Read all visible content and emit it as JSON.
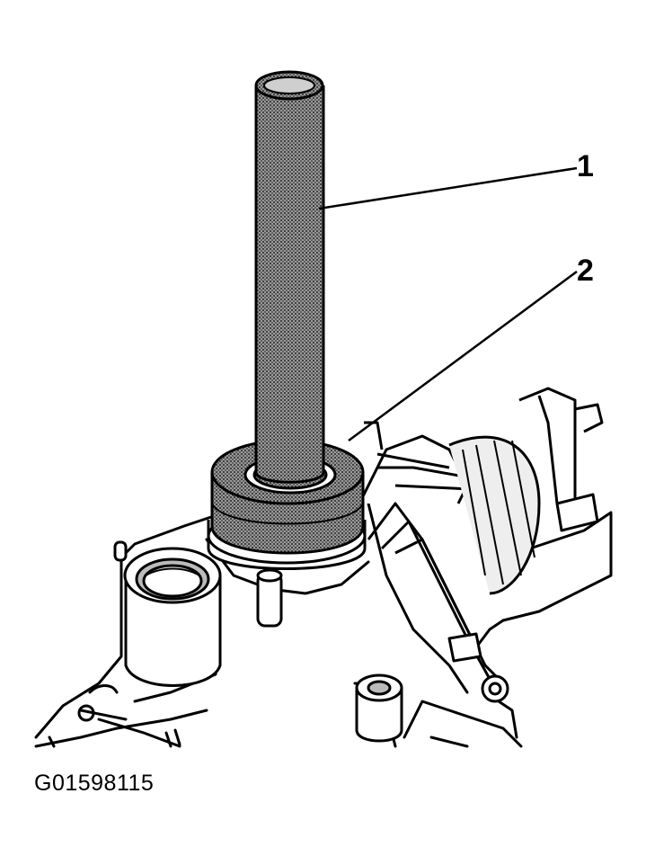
{
  "callouts": [
    {
      "label": "1",
      "part": "tool-shaft"
    },
    {
      "label": "2",
      "part": "tool-collar"
    }
  ],
  "figure_id": "G01598115",
  "colors": {
    "ink": "#000000",
    "paper": "#ffffff",
    "stipple": "#7a7a7a"
  }
}
